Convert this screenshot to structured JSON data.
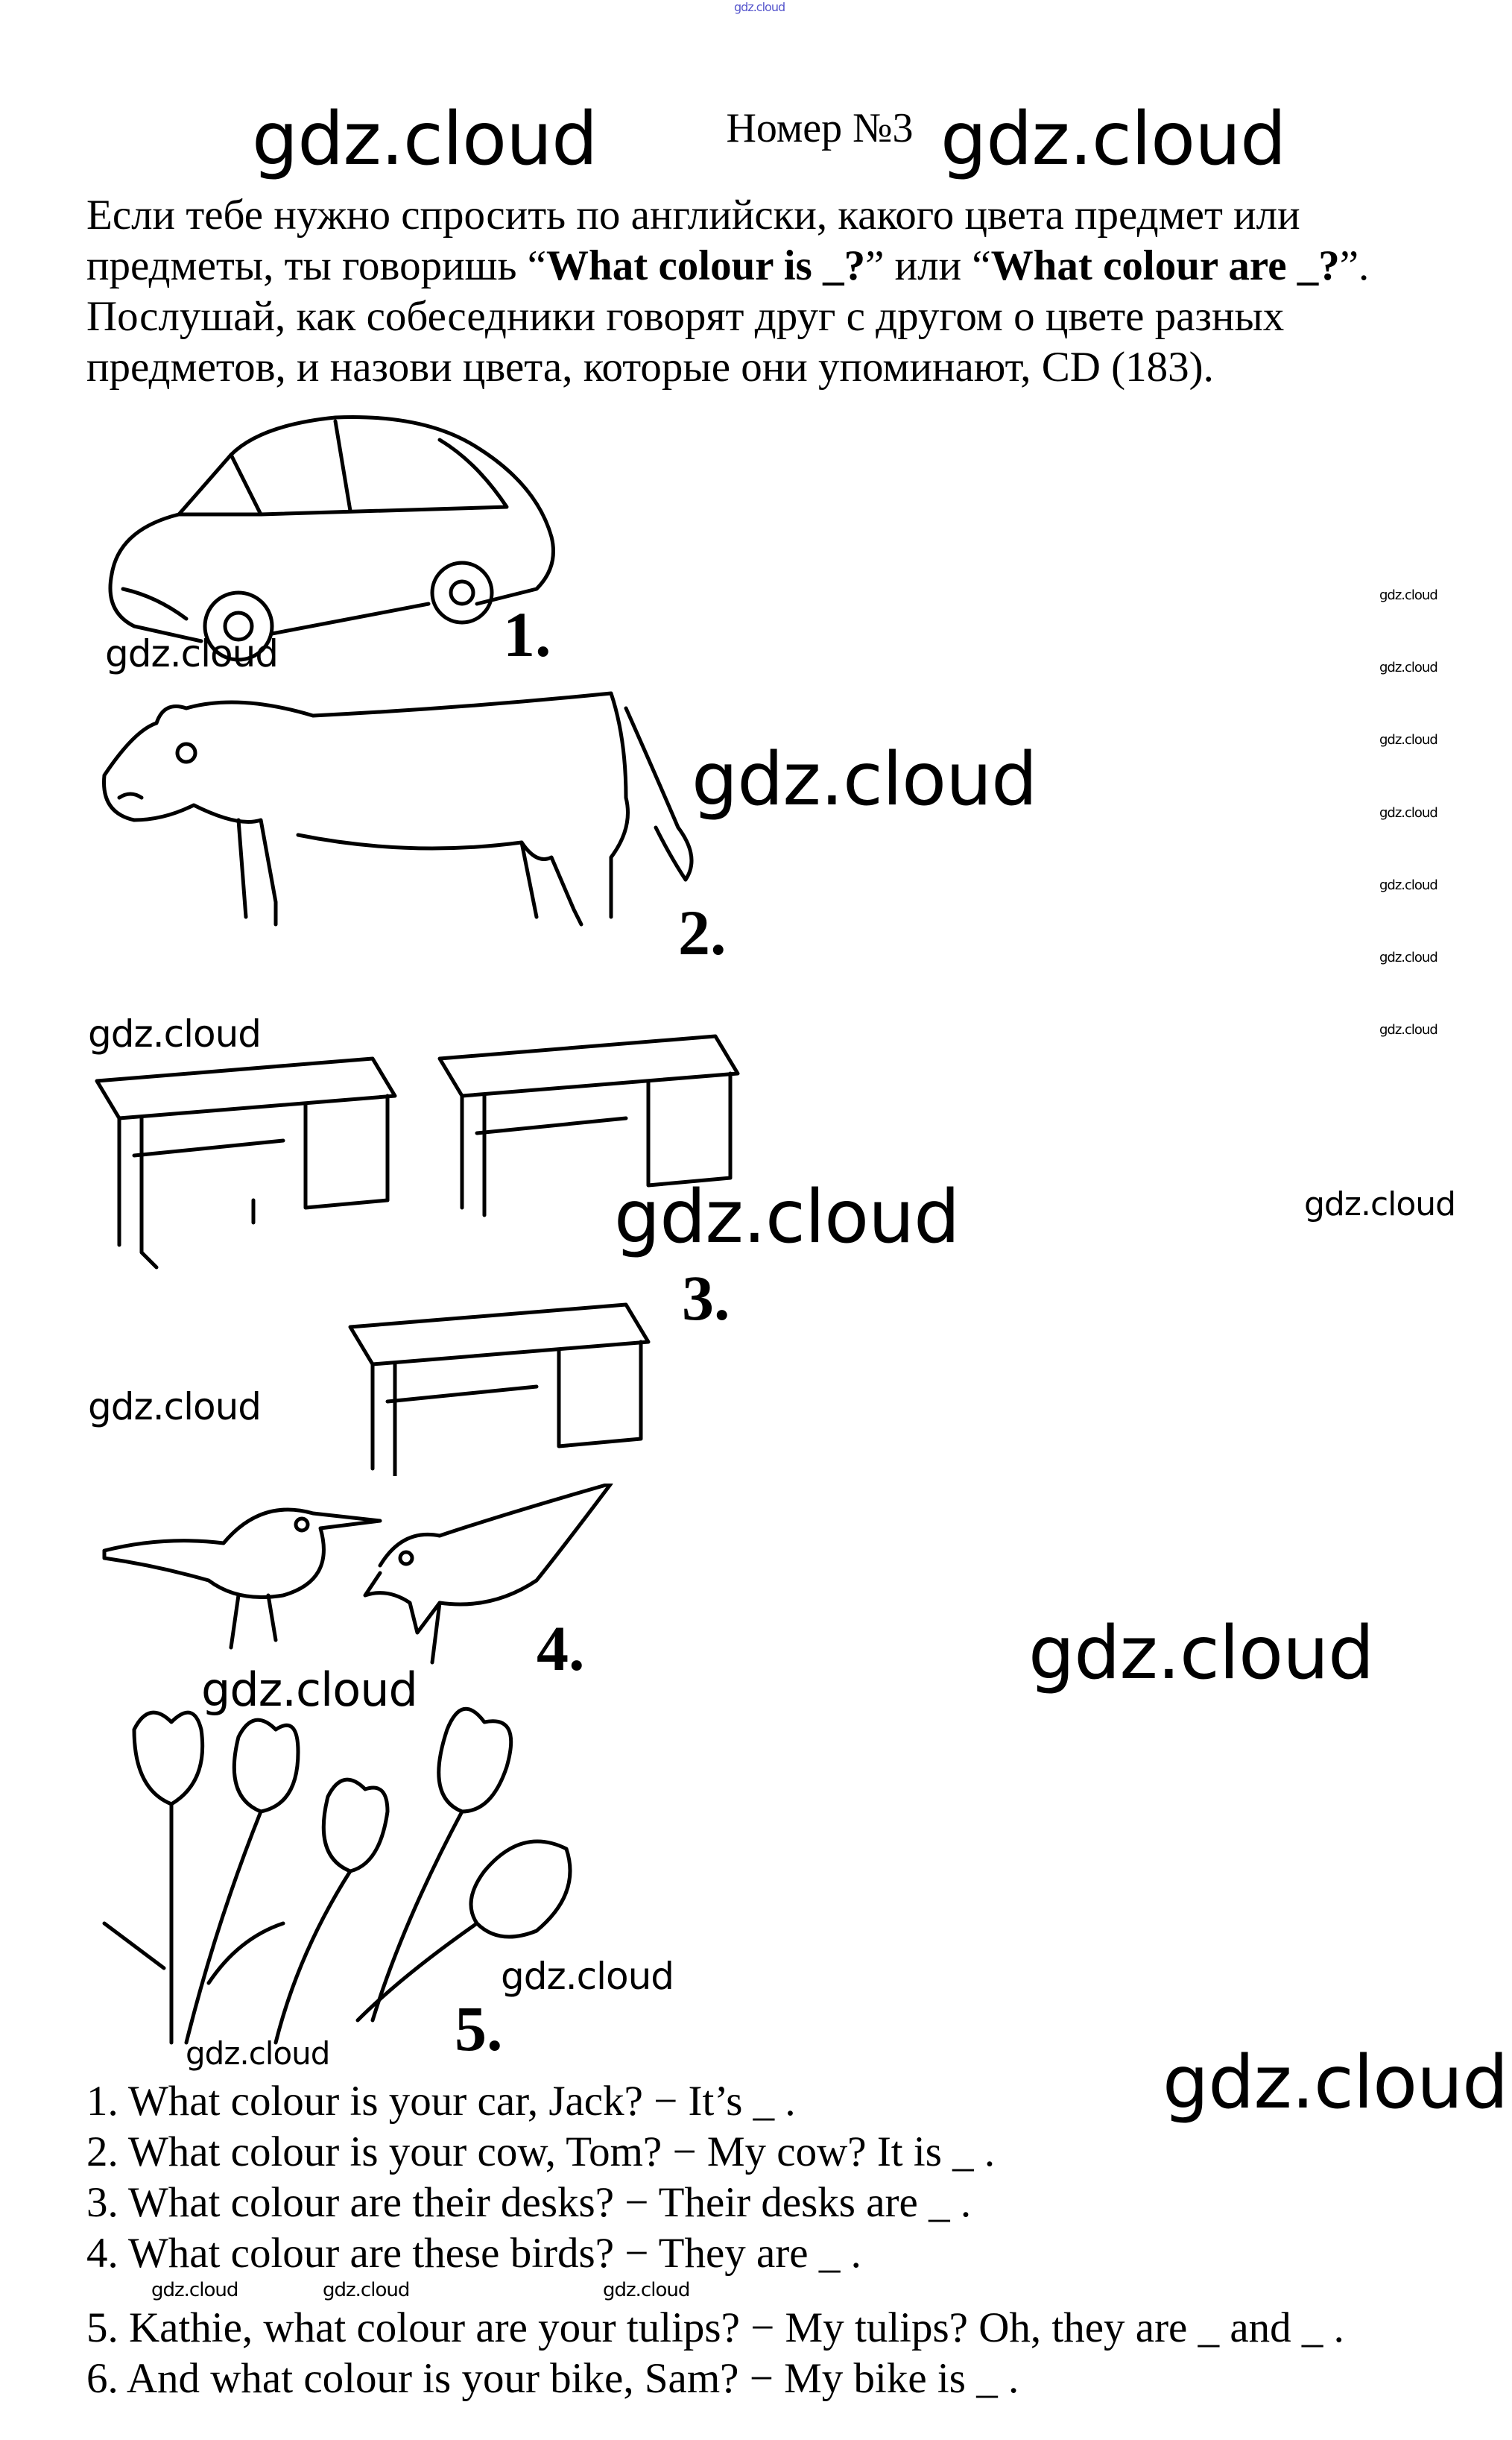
{
  "header": {
    "title": "Номер №3"
  },
  "instructions": {
    "lines": [
      {
        "pre": "Если тебе нужно спросить по английски, какого цвета предмет или",
        "b1": "",
        "mid": "",
        "b2": "",
        "post": ""
      },
      {
        "pre": "предметы, ты говоришь “",
        "b1": "What colour is _?",
        "mid": "” или “",
        "b2": "What colour are _?",
        "post": "”."
      },
      {
        "pre": "Послушай, как собеседники говорят друг с другом о цвете разных",
        "b1": "",
        "mid": "",
        "b2": "",
        "post": ""
      },
      {
        "pre": "предметов, и назови цвета, которые они упоминают, CD (183).",
        "b1": "",
        "mid": "",
        "b2": "",
        "post": ""
      }
    ]
  },
  "pictures": [
    {
      "label": "1.",
      "icon": "car-drawing"
    },
    {
      "label": "2.",
      "icon": "cow-drawing"
    },
    {
      "label": "3.",
      "icon": "desks-drawing"
    },
    {
      "label": "4.",
      "icon": "birds-drawing"
    },
    {
      "label": "5.",
      "icon": "tulips-drawing"
    }
  ],
  "questions": [
    "1. What colour is your car, Jack? − It’s _ .",
    "2. What colour is your cow, Tom? − My cow? It is _ .",
    "3. What colour are their desks? − Their desks are _ .",
    "4. What colour are these birds? − They are _ .",
    "5. Kathie, what colour are your tulips? − My tulips? Oh, they are _ and _ .",
    "6. And what colour is your bike, Sam? − My bike is _ ."
  ],
  "watermark": {
    "text": "gdz.cloud",
    "top_color": "#5555cc"
  }
}
